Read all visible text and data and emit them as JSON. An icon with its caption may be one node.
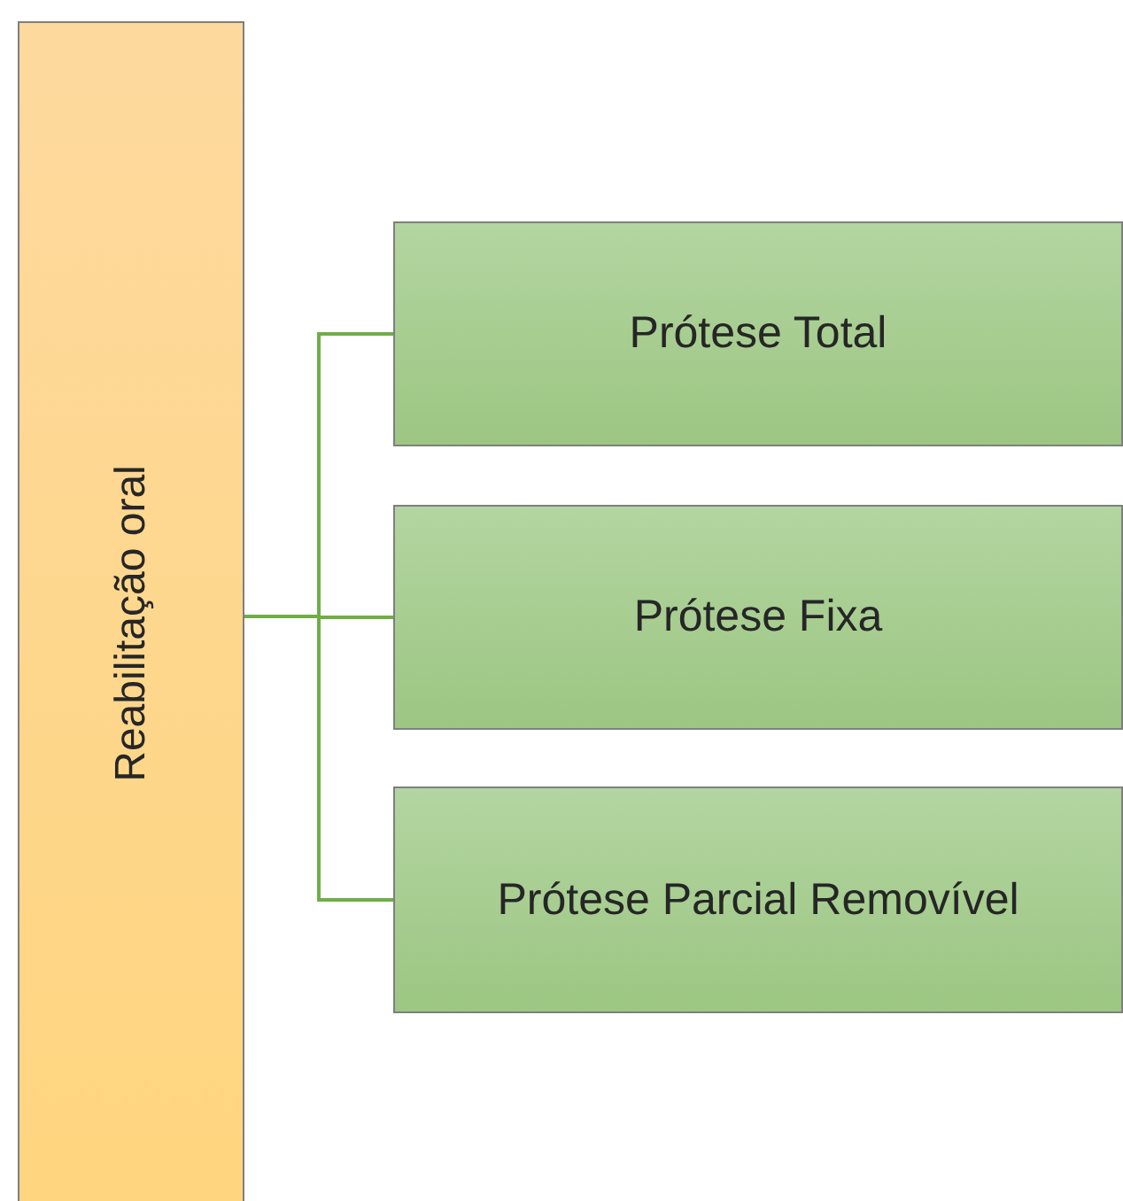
{
  "diagram": {
    "nodes": [
      {
        "text": [
          "Reabilitação oral"
        ]
      },
      {
        "text": [
          "Prótese Total"
        ]
      },
      {
        "text": [
          "Prótese Fixa"
        ]
      },
      {
        "text": [
          "Prótese Parcial Removível"
        ]
      }
    ],
    "edges": [
      {
        "from": 0,
        "to": 1,
        "arrow": "none"
      },
      {
        "from": 0,
        "to": 2,
        "arrow": "none"
      },
      {
        "from": 0,
        "to": 3,
        "arrow": "none"
      }
    ]
  }
}
